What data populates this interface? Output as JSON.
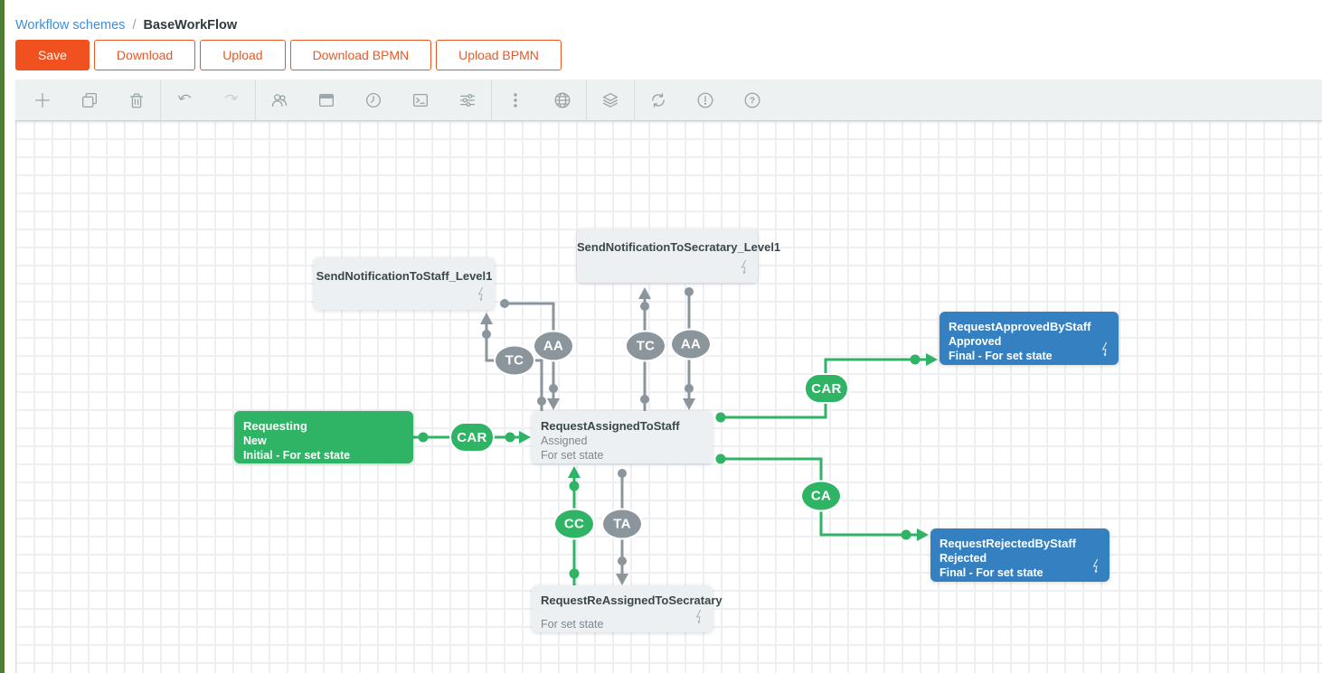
{
  "breadcrumb": {
    "parent": "Workflow schemes",
    "separator": "/",
    "current": "BaseWorkFlow"
  },
  "actions": {
    "save": "Save",
    "download": "Download",
    "upload": "Upload",
    "download_bpmn": "Download BPMN",
    "upload_bpmn": "Upload BPMN"
  },
  "toolbar": {
    "icon_names": [
      "add",
      "copy",
      "delete",
      "undo",
      "redo",
      "actors",
      "window",
      "timers",
      "code-actions",
      "parameters",
      "more",
      "globe",
      "layers",
      "refresh",
      "errors",
      "help"
    ],
    "help_glyph": "?"
  },
  "colors": {
    "accent_orange": "#f1511f",
    "transition_green": "#2fb364",
    "final_blue": "#3580c1",
    "transition_gray": "#8a969c",
    "left_strip": "#4f7d31"
  },
  "nodes": {
    "send_staff": {
      "title": "SendNotificationToStaff_Level1"
    },
    "send_secretary": {
      "title": "SendNotificationToSecratary_Level1"
    },
    "requesting": {
      "title": "Requesting",
      "state": "New",
      "note": "Initial - For set state"
    },
    "assigned": {
      "title": "RequestAssignedToStaff",
      "state": "Assigned",
      "note": "For set state"
    },
    "approved": {
      "title": "RequestApprovedByStaff",
      "state": "Approved",
      "note": "Final - For set state"
    },
    "rejected": {
      "title": "RequestRejectedByStaff",
      "state": "Rejected",
      "note": "Final - For set state"
    },
    "reassigned": {
      "title": "RequestReAssignedToSecratary",
      "note": "For set state"
    }
  },
  "transitions": {
    "car_to_assigned": "CAR",
    "tc_staff": "TC",
    "aa_staff": "AA",
    "tc_secretary": "TC",
    "aa_secretary": "AA",
    "car_to_approved": "CAR",
    "ca_to_rejected": "CA",
    "cc_to_assigned": "CC",
    "ta_to_reassigned": "TA"
  }
}
